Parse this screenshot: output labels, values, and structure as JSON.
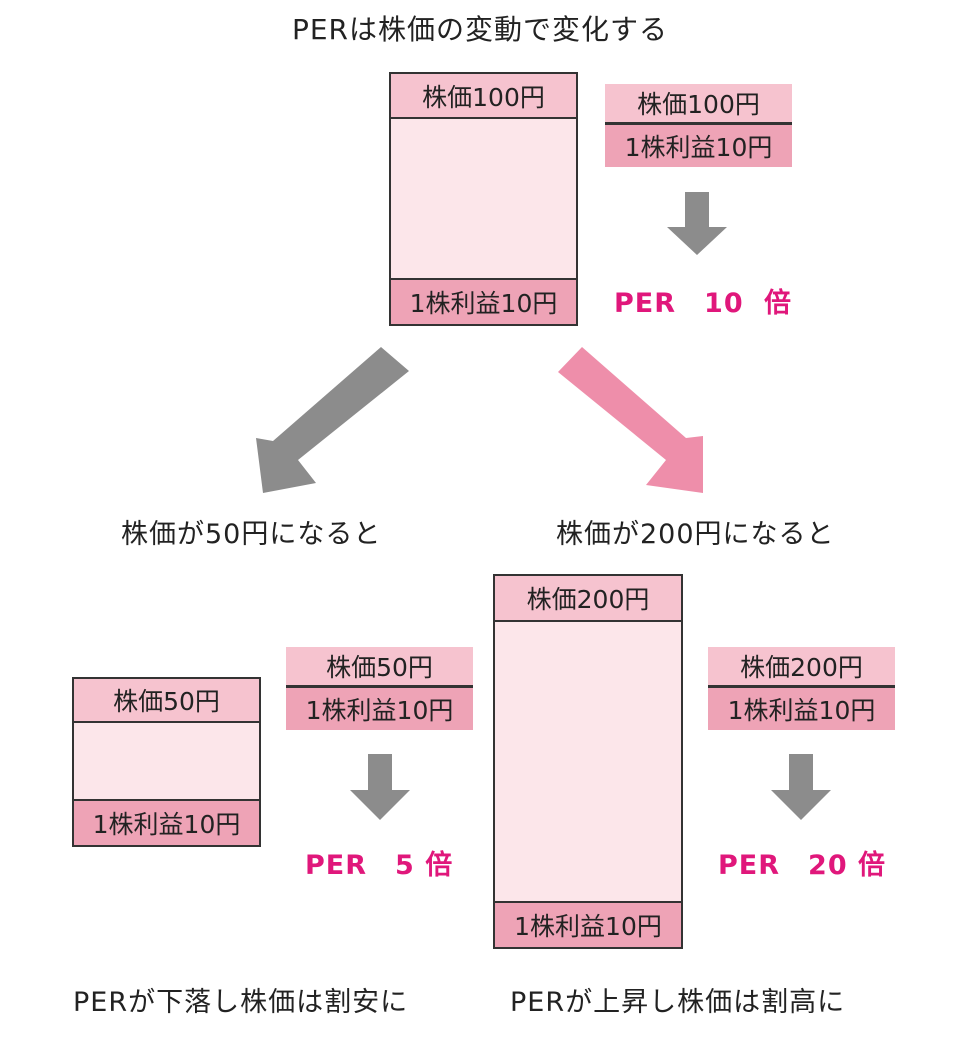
{
  "title": "PERは株価の変動で変化する",
  "colors": {
    "accent": "#e0177b",
    "arrow_gray": "#8c8c8c",
    "arrow_pink": "#ee8eaa",
    "box_light": "#fce6ea",
    "box_mid": "#f6c3cf",
    "box_dark": "#eea3b6"
  },
  "top": {
    "box": {
      "price": "株価100円",
      "eps": "1株利益10円"
    },
    "calc": {
      "price": "株価100円",
      "eps": "1株利益10円"
    },
    "per": {
      "label": "PER",
      "value": "10",
      "unit": "倍"
    }
  },
  "left": {
    "condition": "株価が50円になると",
    "box": {
      "price": "株価50円",
      "eps": "1株利益10円"
    },
    "calc": {
      "price": "株価50円",
      "eps": "1株利益10円"
    },
    "per": {
      "label": "PER",
      "value": "5",
      "unit": "倍"
    },
    "conclusion": "PERが下落し株価は割安に"
  },
  "right": {
    "condition": "株価が200円になると",
    "box": {
      "price": "株価200円",
      "eps": "1株利益10円"
    },
    "calc": {
      "price": "株価200円",
      "eps": "1株利益10円"
    },
    "per": {
      "label": "PER",
      "value": "20",
      "unit": "倍"
    },
    "conclusion": "PERが上昇し株価は割高に"
  }
}
